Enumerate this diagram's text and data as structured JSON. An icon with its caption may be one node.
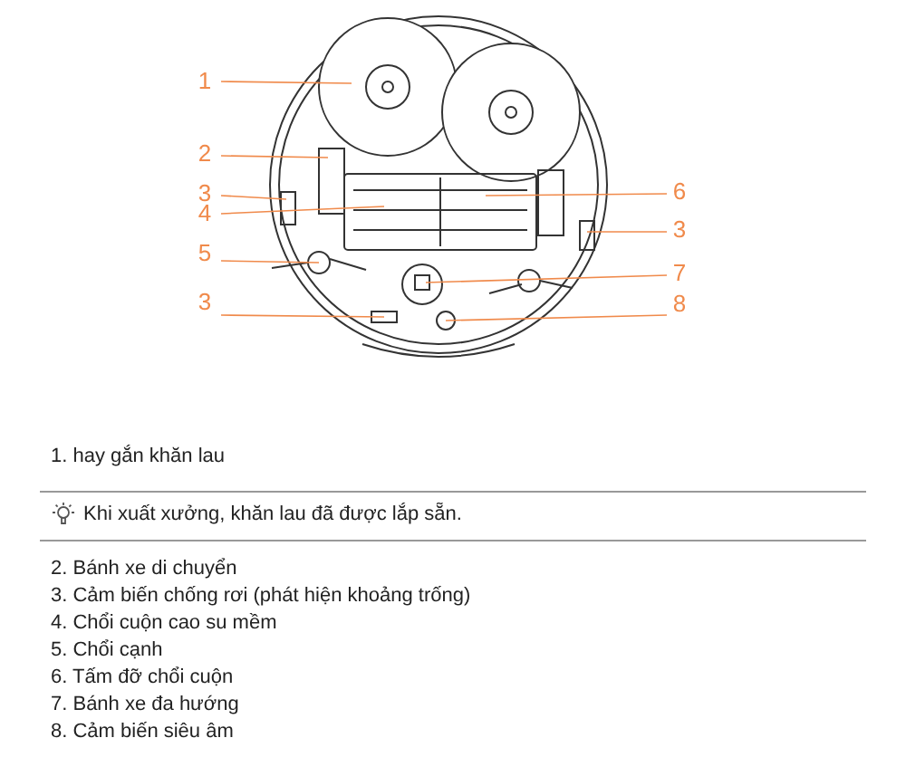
{
  "diagram": {
    "nodes": [
      {
        "text": [
          "1"
        ]
      },
      {
        "text": [
          "2"
        ]
      },
      {
        "text": [
          "3"
        ]
      },
      {
        "text": [
          "6"
        ]
      },
      {
        "text": [
          "4"
        ]
      },
      {
        "text": [
          "3"
        ]
      },
      {
        "text": [
          "5"
        ]
      },
      {
        "text": [
          "7"
        ]
      },
      {
        "text": [
          "3"
        ]
      },
      {
        "text": [
          "8"
        ]
      }
    ],
    "edges": [
      {
        "from": 0,
        "to": null,
        "arrow": "none"
      },
      {
        "from": 1,
        "to": null,
        "arrow": "none"
      },
      {
        "from": 2,
        "to": null,
        "arrow": "none"
      },
      {
        "from": 3,
        "to": null,
        "arrow": "none"
      },
      {
        "from": 4,
        "to": null,
        "arrow": "none"
      },
      {
        "from": 5,
        "to": null,
        "arrow": "none"
      },
      {
        "from": 6,
        "to": null,
        "arrow": "none"
      },
      {
        "from": 7,
        "to": null,
        "arrow": "none"
      },
      {
        "from": 8,
        "to": null,
        "arrow": "none"
      },
      {
        "from": 9,
        "to": null,
        "arrow": "none"
      }
    ],
    "labels": [
      "1. hay gắn khăn lau",
      "Khi xuất xưởng, khăn lau đã được lắp sẵn.",
      "2. Bánh xe di chuyển",
      "3. Cảm biến chống rơi (phát hiện khoảng trống)",
      "4. Chổi cuộn cao su mềm",
      "5. Chổi cạnh",
      "6. Tấm đỡ chổi cuộn",
      "7. Bánh xe đa hướng",
      "8. Cảm biến siêu âm"
    ]
  }
}
